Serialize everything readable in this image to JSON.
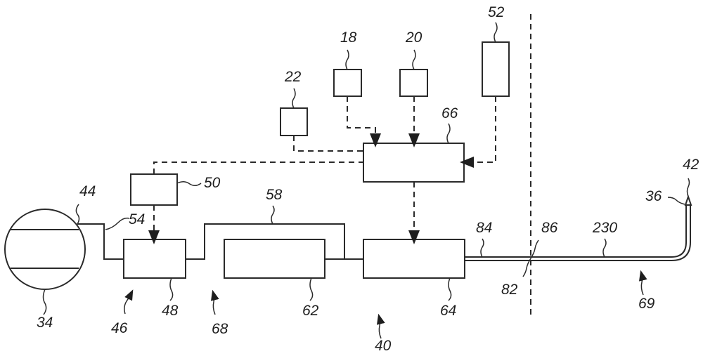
{
  "figure": {
    "labels": {
      "l18": "18",
      "l20": "20",
      "l22": "22",
      "l34": "34",
      "l36": "36",
      "l40": "40",
      "l42": "42",
      "l44": "44",
      "l46": "46",
      "l48": "48",
      "l50": "50",
      "l52": "52",
      "l54": "54",
      "l58": "58",
      "l62": "62",
      "l64": "64",
      "l66": "66",
      "l68": "68",
      "l69": "69",
      "l82": "82",
      "l84": "84",
      "l86": "86",
      "l230": "230"
    },
    "colors": {
      "line": "#2a2a2a",
      "background": "#ffffff"
    }
  }
}
